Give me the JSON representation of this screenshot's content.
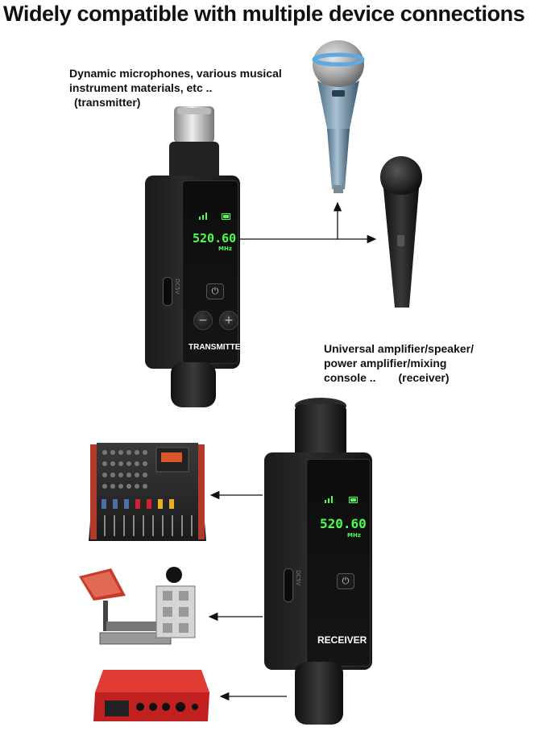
{
  "title": "Widely compatible with multiple device connections",
  "transmitter": {
    "caption_lines": [
      "Dynamic microphones, various musical",
      "instrument materials, etc ..",
      "(transmitter)"
    ],
    "frequency": "520.60",
    "unit": "MHz",
    "label": "TRANSMITTER",
    "power_symbol": "⏻",
    "minus_symbol": "−",
    "plus_symbol": "+"
  },
  "receiver": {
    "caption_lines": [
      "Universal amplifier/speaker/",
      "power amplifier/mixing",
      "console .."
    ],
    "caption_suffix": "(receiver)",
    "frequency": "520.60",
    "unit": "MHz",
    "label": "RECEIVER",
    "power_symbol": "⏻"
  },
  "port_label": "DC5V"
}
